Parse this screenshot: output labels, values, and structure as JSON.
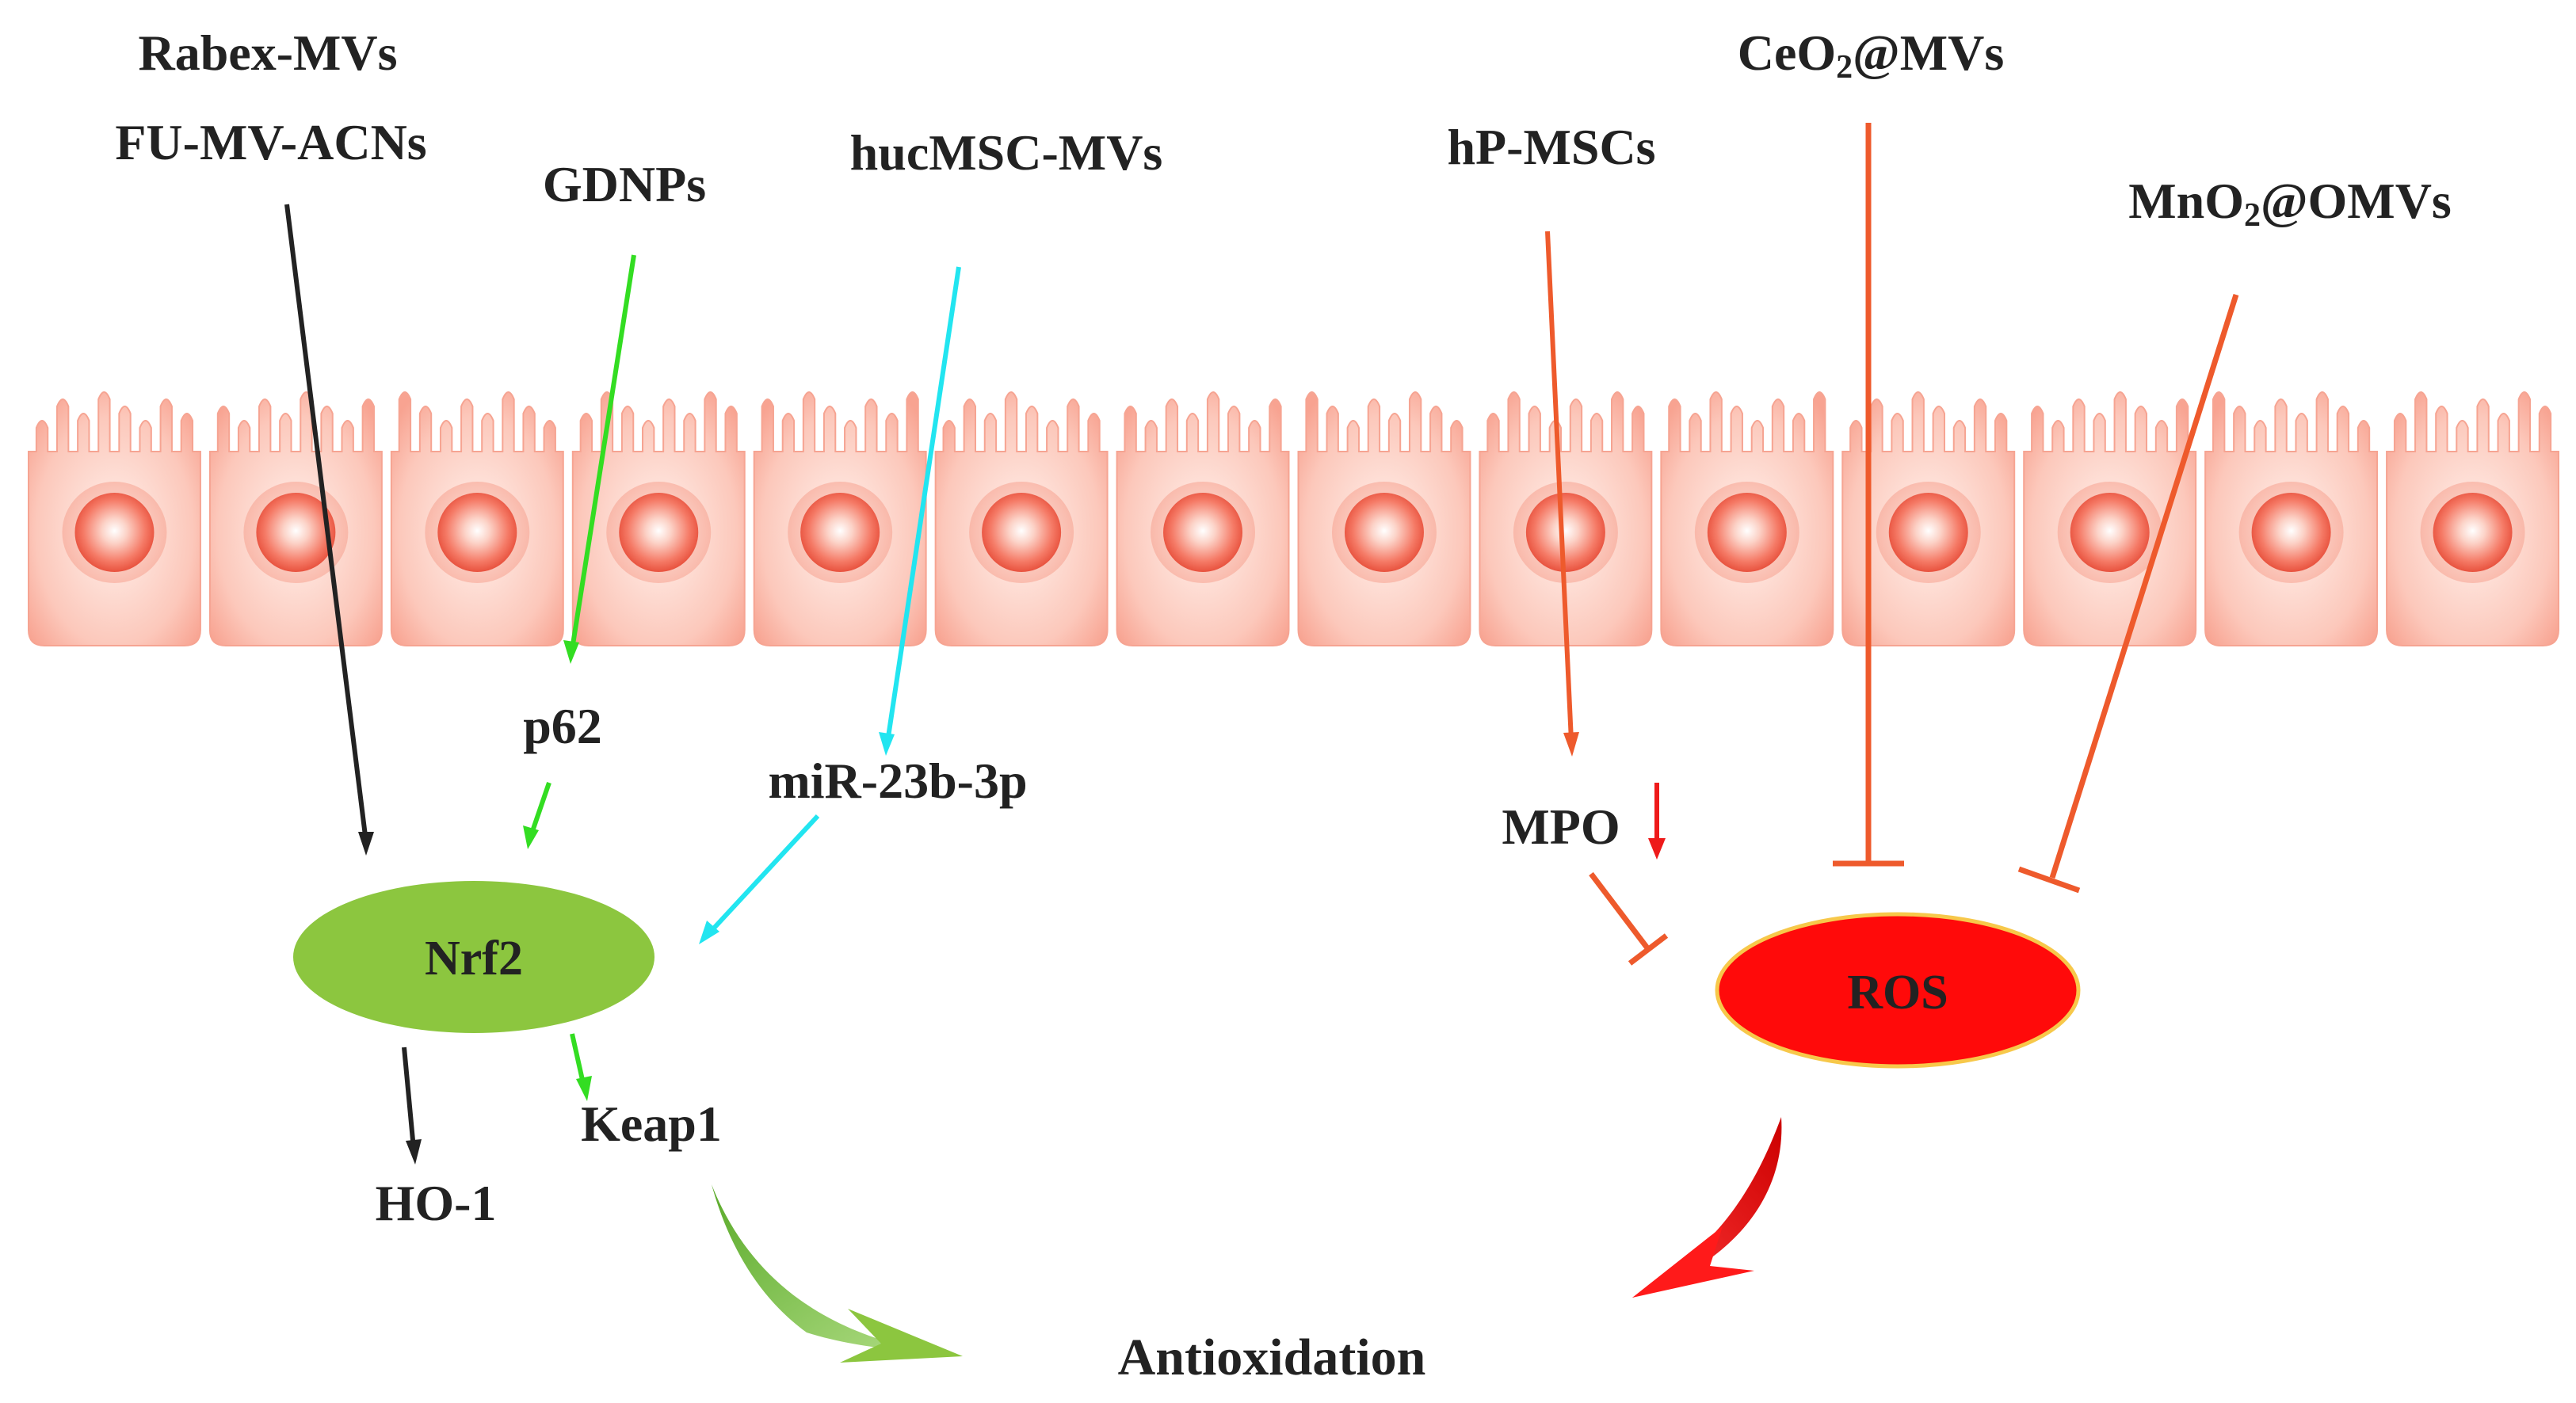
{
  "labels": {
    "rabex": "Rabex-MVs",
    "fu_mv": "FU-MV-ACNs",
    "gdnps": "GDNPs",
    "hucmsc": "hucMSC-MVs",
    "hp_mscs": "hP-MSCs",
    "ceo2_pre": "CeO",
    "ceo2_sub": "2",
    "ceo2_post": "@MVs",
    "mno2_pre": "MnO",
    "mno2_sub": "2",
    "mno2_post": "@OMVs",
    "p62": "p62",
    "mir": "miR-23b-3p",
    "mpo": "MPO",
    "nrf2": "Nrf2",
    "ros": "ROS",
    "keap1": "Keap1",
    "ho1": "HO-1",
    "antioxidation": "Antioxidation"
  },
  "colors": {
    "black_path": "#222222",
    "green_path": "#33dd22",
    "cyan_path": "#22e5f0",
    "orange_path": "#ee5a2c",
    "down_arrow": "#ee1a1a",
    "nrf2_fill": "#8cc63f",
    "ros_fill": "#ff0a0a",
    "ros_stroke": "#f7c84a",
    "cell_fill": "#fbb4a4",
    "nucleus": "#f4715e",
    "antiox_green": "#8cc63f",
    "antiox_red": "#ff1a1a"
  },
  "cells": {
    "count": 14
  }
}
